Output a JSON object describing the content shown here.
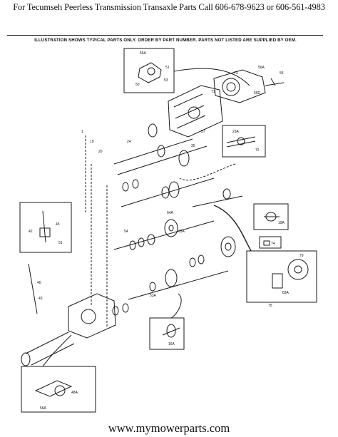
{
  "header": {
    "title": "For Tecumseh Peerless Transmission Transaxle Parts Call 606-678-9623 or 606-561-4983"
  },
  "diagram": {
    "note": "ILLUSTRATION SHOWS TYPICAL PARTS ONLY. ORDER BY PART NUMBER. PARTS NOT LISTED ARE SUPPLIED BY OEM.",
    "callouts": [
      {
        "id": "c-56a-top",
        "text": "56A"
      },
      {
        "id": "c-50-top",
        "text": "50"
      },
      {
        "id": "c-51-top",
        "text": "51"
      },
      {
        "id": "c-53-top",
        "text": "53"
      },
      {
        "id": "c-73",
        "text": "73"
      },
      {
        "id": "c-56a-right",
        "text": "56A"
      },
      {
        "id": "c-55",
        "text": "55"
      },
      {
        "id": "c-56d",
        "text": "56D"
      },
      {
        "id": "c-23a",
        "text": "23A"
      },
      {
        "id": "c-72",
        "text": "72"
      },
      {
        "id": "c-19a",
        "text": "19A"
      },
      {
        "id": "c-74",
        "text": "74"
      },
      {
        "id": "c-79",
        "text": "79"
      },
      {
        "id": "c-83a",
        "text": "83A"
      },
      {
        "id": "c-64a",
        "text": "64A"
      },
      {
        "id": "c-93a",
        "text": "93A"
      },
      {
        "id": "c-16a",
        "text": "16A"
      },
      {
        "id": "c-56a-bottom",
        "text": "56A"
      },
      {
        "id": "c-48a",
        "text": "48A"
      },
      {
        "id": "c-42",
        "text": "42"
      },
      {
        "id": "c-45",
        "text": "45"
      },
      {
        "id": "c-51-left",
        "text": "51"
      },
      {
        "id": "c-53a",
        "text": "53A"
      },
      {
        "id": "c-54",
        "text": "54"
      },
      {
        "id": "c-57",
        "text": "57"
      },
      {
        "id": "c-71",
        "text": "71"
      },
      {
        "id": "c-1",
        "text": "1"
      },
      {
        "id": "c-19",
        "text": "19"
      },
      {
        "id": "c-20",
        "text": "20"
      },
      {
        "id": "c-24",
        "text": "24"
      },
      {
        "id": "c-35",
        "text": "35"
      },
      {
        "id": "c-75",
        "text": "75"
      },
      {
        "id": "c-40",
        "text": "40"
      },
      {
        "id": "c-43",
        "text": "43"
      }
    ]
  },
  "footer": {
    "url": "www.mymowerparts.com"
  }
}
